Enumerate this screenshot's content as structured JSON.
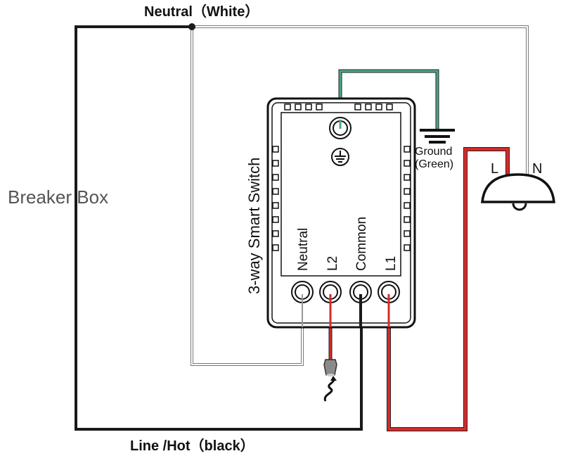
{
  "labels": {
    "neutral_wire": "Neutral（White）",
    "line_wire": "Line /Hot（black）",
    "breaker_box": "Breaker Box",
    "switch_name": "3-way Smart Switch",
    "ground_line1": "Ground",
    "ground_line2": "(Green)",
    "lamp_l": "L",
    "lamp_n": "N",
    "terminals": [
      "Neutral",
      "L2",
      "Common",
      "L1"
    ]
  },
  "colors": {
    "line_hot": "#1a1a1a",
    "neutral": "#ffffff",
    "ground": "#4aa886",
    "load": "#d42b2b",
    "breaker_text": "#555555"
  }
}
